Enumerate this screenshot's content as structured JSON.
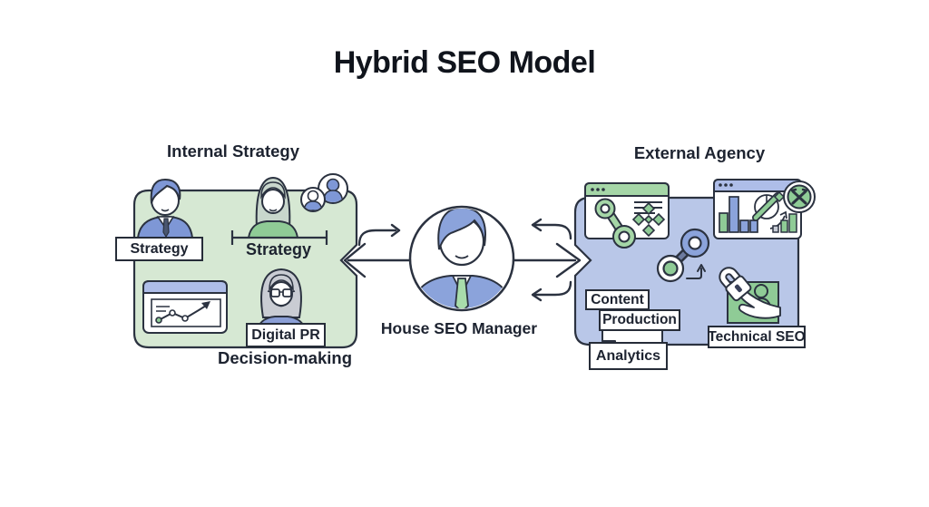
{
  "title": "Hybrid SEO Model",
  "internal": {
    "heading": "Internal Strategy",
    "labels": {
      "strategy_person": "Strategy",
      "strategy_team": "Strategy",
      "digital_pr": "Digital PR"
    },
    "caption": "Decision-making"
  },
  "manager": {
    "caption": "House SEO Manager"
  },
  "external": {
    "heading": "External Agency",
    "labels": {
      "content": "Content",
      "production": "Production",
      "analytics": "Analytics",
      "technical_seo": "Technical SEO"
    }
  },
  "colors": {
    "internal_panel": "#d6e8d3",
    "external_panel": "#b9c7e8",
    "green_accent": "#8fcb96",
    "green_light": "#a5d6a7",
    "blue_accent": "#8ba3db",
    "blue_light": "#aebde8",
    "outline": "#2b3240"
  },
  "icons": {
    "businessman-avatar": "👔",
    "businesswoman-avatar": "👩",
    "team-avatars": "👥",
    "line-chart-window": "📈",
    "analyst-with-glasses": "👓",
    "link-browser-window": "🔗",
    "diamond-cluster": "❖",
    "bar-chart-window": "📊",
    "tools-badge": "⚒",
    "link-rings": "🔗",
    "padlock-hand-photo": "🔒",
    "document": "📄"
  }
}
